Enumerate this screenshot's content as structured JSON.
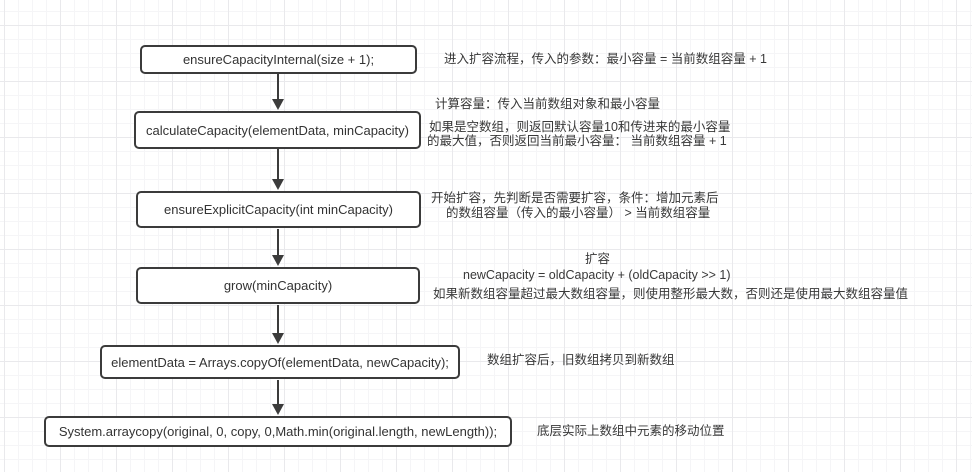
{
  "colors": {
    "background": "#ffffff",
    "grid_minor": "#f5f5f7",
    "grid_major": "#e9e9ec",
    "node_border": "#3b3b3b",
    "node_fill": "#ffffff",
    "text": "#333333",
    "arrow": "#3b3b3b"
  },
  "flowchart": {
    "nodes": [
      {
        "label": "ensureCapacityInternal(size + 1);"
      },
      {
        "label": "calculateCapacity(elementData, minCapacity)"
      },
      {
        "label": "ensureExplicitCapacity(int minCapacity)"
      },
      {
        "label": "grow(minCapacity)"
      },
      {
        "label": "elementData = Arrays.copyOf(elementData, newCapacity);"
      },
      {
        "label": "System.arraycopy(original, 0, copy, 0,Math.min(original.length, newLength));"
      }
    ],
    "annotations": [
      {
        "lines": [
          "进入扩容流程，传入的参数：最小容量 = 当前数组容量 + 1"
        ]
      },
      {
        "lines": [
          "计算容量：传入当前数组对象和最小容量",
          "如果是空数组，则返回默认容量10和传进来的最小容量",
          "的最大值，否则返回当前最小容量： 当前数组容量 + 1"
        ]
      },
      {
        "lines": [
          "开始扩容，先判断是否需要扩容，条件：增加元素后",
          "的数组容量（传入的最小容量） > 当前数组容量"
        ]
      },
      {
        "lines": [
          "扩容",
          "newCapacity = oldCapacity + (oldCapacity >> 1)",
          "如果新数组容量超过最大数组容量，则使用整形最大数，否则还是使用最大数组容量值"
        ]
      },
      {
        "lines": [
          "数组扩容后，旧数组拷贝到新数组"
        ]
      },
      {
        "lines": [
          "底层实际上数组中元素的移动位置"
        ]
      }
    ]
  }
}
